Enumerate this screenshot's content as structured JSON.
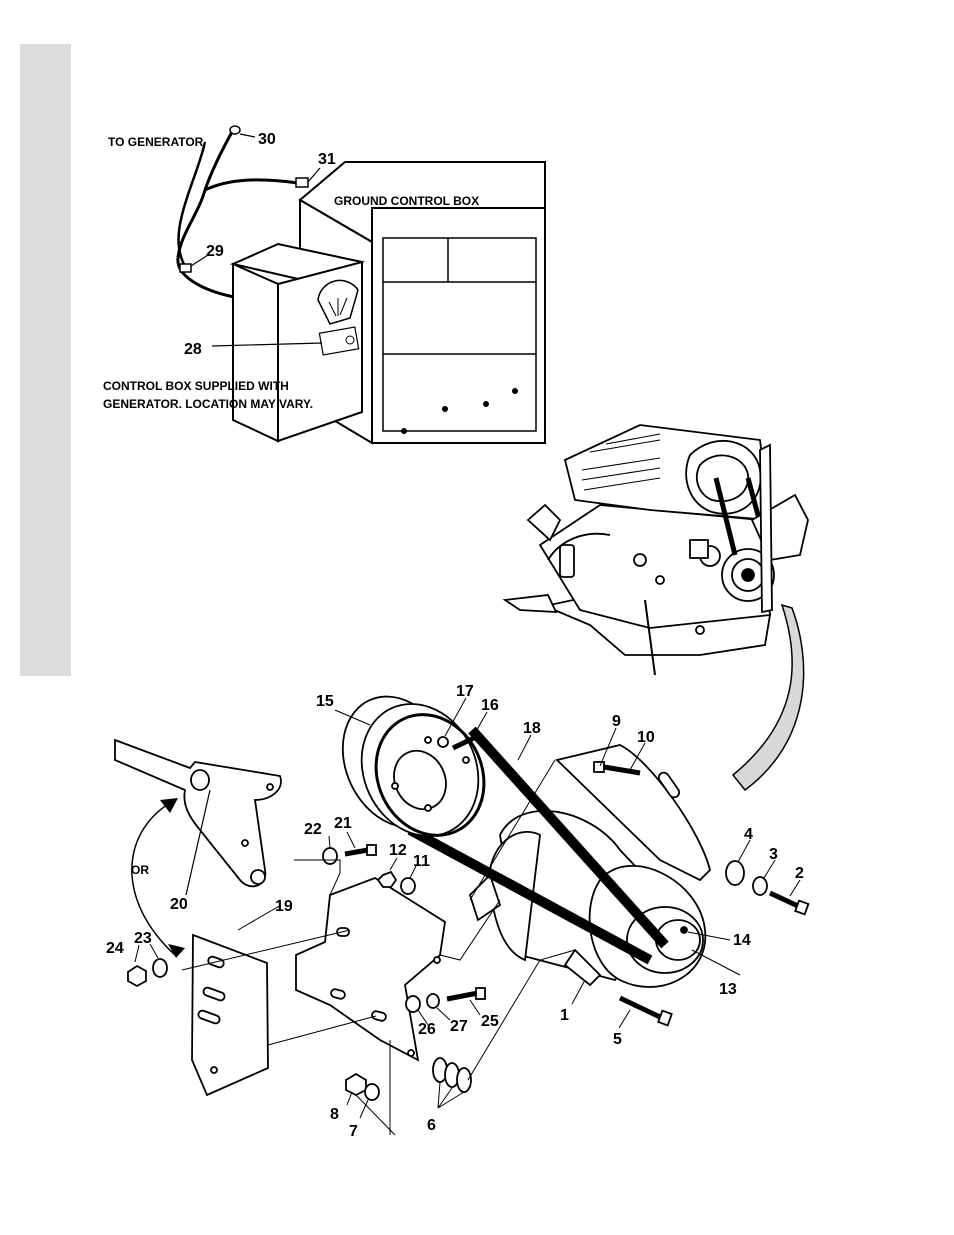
{
  "labels": {
    "to_generator": "TO GENERATOR",
    "ground_control_box": "GROUND CONTROL BOX",
    "control_box_note_1": "CONTROL BOX SUPPLIED WITH",
    "control_box_note_2": "GENERATOR. LOCATION MAY VARY.",
    "or": "OR"
  },
  "callouts": {
    "c1": "1",
    "c2": "2",
    "c3": "3",
    "c4": "4",
    "c5": "5",
    "c6": "6",
    "c7": "7",
    "c8": "8",
    "c9": "9",
    "c10": "10",
    "c11": "11",
    "c12": "12",
    "c13": "13",
    "c14": "14",
    "c15": "15",
    "c16": "16",
    "c17": "17",
    "c18": "18",
    "c19": "19",
    "c20": "20",
    "c21": "21",
    "c22": "22",
    "c23": "23",
    "c24": "24",
    "c25": "25",
    "c26": "26",
    "c27": "27",
    "c28": "28",
    "c29": "29",
    "c30": "30",
    "c31": "31"
  }
}
